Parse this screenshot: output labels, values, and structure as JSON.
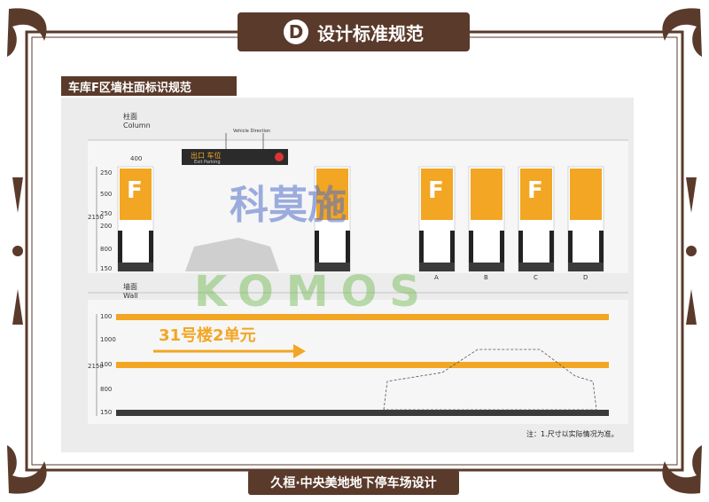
{
  "title": {
    "letter": "D",
    "text": "设计标准规范"
  },
  "section_title": "车库F区墙柱面标识规范",
  "column_label": {
    "cn": "柱面",
    "en": "Column"
  },
  "wall_label": {
    "cn": "墙面",
    "en": "Wall"
  },
  "column_width": "400",
  "column_dims": [
    "250",
    "500",
    "250",
    "200",
    "800",
    "150"
  ],
  "column_total": "2150",
  "wall_dims": [
    "100",
    "1000",
    "100",
    "800",
    "150"
  ],
  "wall_total": "2150",
  "zone_letter": "F",
  "hanging_sign": {
    "cn": "出口 车位",
    "en": "Exit  Parking",
    "caption": "Vehicle Direction"
  },
  "column_letters": [
    "A",
    "B",
    "C",
    "D"
  ],
  "wall_text": "31号楼2单元",
  "note": "注：1.尺寸以实际情况为准。",
  "watermark": {
    "cn": "科莫施",
    "en": "KOMOS"
  },
  "footer": "久桓·中央美地地下停车场设计",
  "colors": {
    "brown": "#5a3a2a",
    "orange": "#f2a623",
    "dark": "#3a3a3a"
  }
}
